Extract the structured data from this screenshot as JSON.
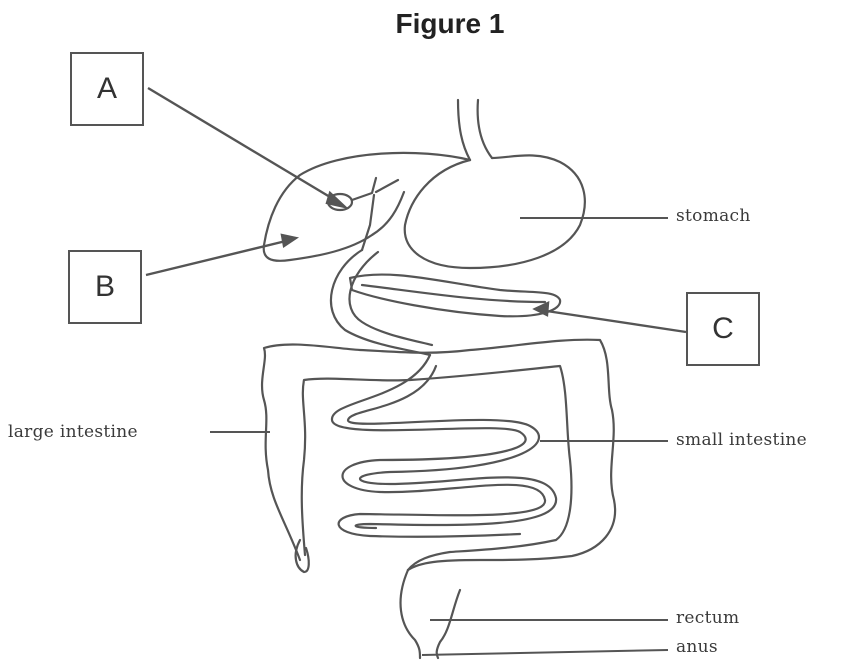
{
  "title": "Figure 1",
  "boxes": {
    "a": "A",
    "b": "B",
    "c": "C"
  },
  "labels": {
    "stomach": "stomach",
    "small_intestine": "small intestine",
    "large_intestine": "large intestine",
    "rectum": "rectum",
    "anus": "anus"
  }
}
